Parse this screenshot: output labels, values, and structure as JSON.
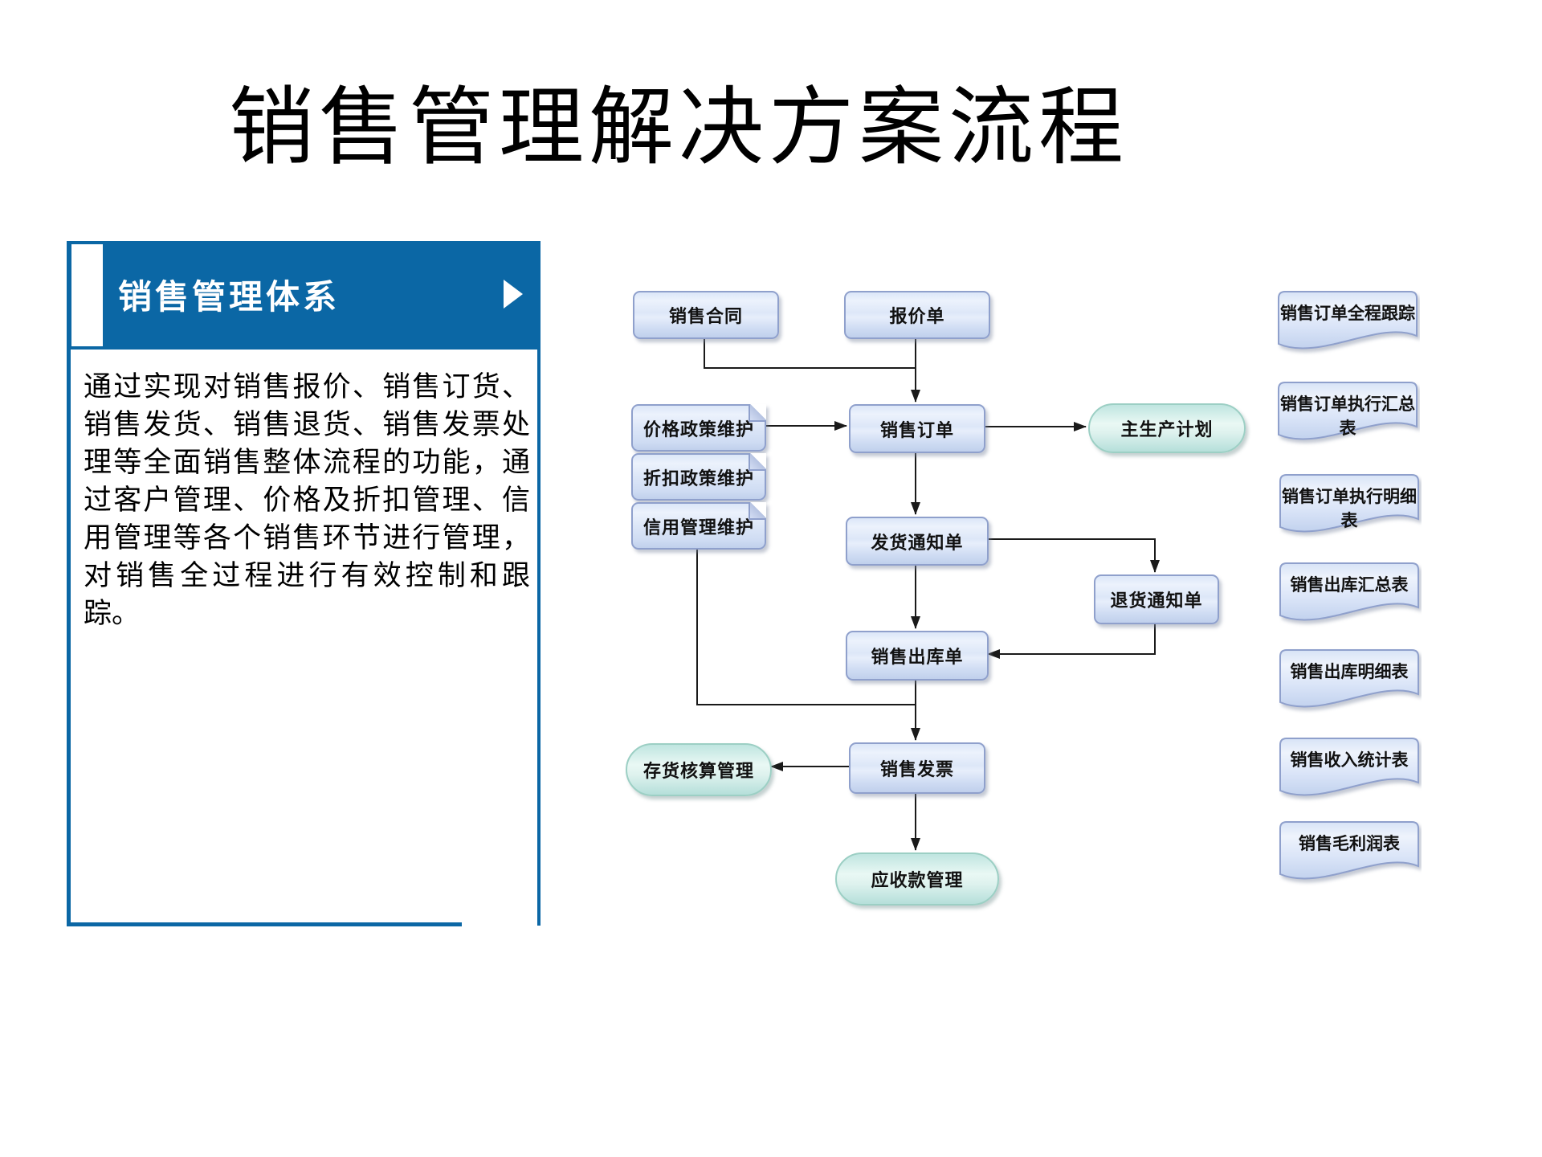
{
  "slide": {
    "title": "销售管理解决方案流程"
  },
  "sidebar": {
    "header": "销售管理体系",
    "body": "通过实现对销售报价、销售订货、销售发货、销售退货、销售发票处理等全面销售整体流程的功能，通过客户管理、价格及折扣管理、信用管理等各个销售环节进行管理，对销售全过程进行有效控制和跟踪。"
  },
  "flowchart": {
    "nodes": {
      "sales_contract": "销售合同",
      "quotation": "报价单",
      "price_policy": "价格政策维护",
      "discount_policy": "折扣政策维护",
      "credit_mgmt": "信用管理维护",
      "sales_order": "销售订单",
      "master_plan": "主生产计划",
      "delivery_notice": "发货通知单",
      "return_notice": "退货通知单",
      "sales_outbound": "销售出库单",
      "inventory_accounting": "存货核算管理",
      "sales_invoice": "销售发票",
      "receivables": "应收款管理"
    }
  },
  "reports": {
    "items": [
      {
        "label": "销售订单全程跟踪"
      },
      {
        "label": "销售订单执行汇总表"
      },
      {
        "label": "销售订单执行明细表"
      },
      {
        "label": "销售出库汇总表"
      },
      {
        "label": "销售出库明细表"
      },
      {
        "label": "销售收入统计表"
      },
      {
        "label": "销售毛利润表"
      }
    ]
  },
  "colors": {
    "sidebar_blue": "#0b67a5",
    "box_border": "#8fa0cc",
    "stadium_border": "#9ccfc4",
    "connector": "#1a1a1a"
  }
}
